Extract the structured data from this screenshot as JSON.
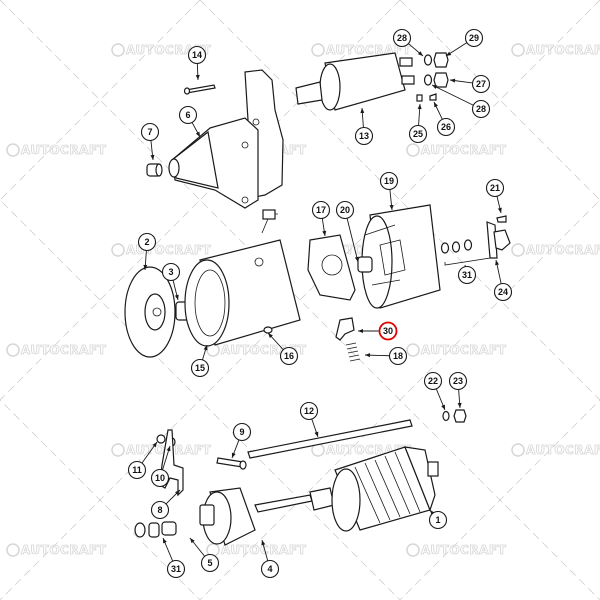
{
  "watermark": "AUTOCRAFT",
  "callouts": [
    "14",
    "28",
    "29",
    "27",
    "28",
    "13",
    "25",
    "26",
    "7",
    "6",
    "19",
    "21",
    "17",
    "20",
    "2",
    "3",
    "31",
    "24",
    "30",
    "18",
    "15",
    "16",
    "22",
    "23",
    "12",
    "9",
    "11",
    "10",
    "8",
    "1",
    "31",
    "5",
    "4"
  ],
  "highlighted_callout": "30",
  "colors": {
    "line": "#1a1a1a",
    "highlight": "#e00000",
    "watermark": "#d6d6d6"
  }
}
